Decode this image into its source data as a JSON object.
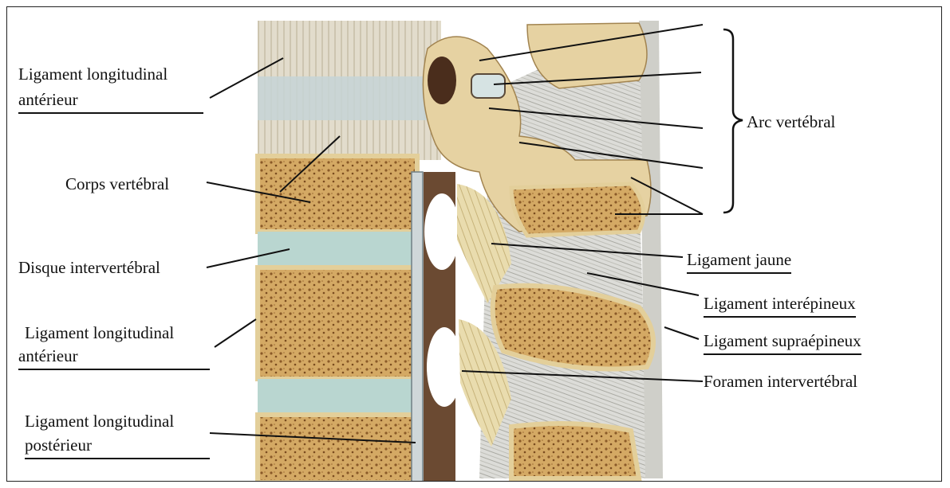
{
  "labels": {
    "ant_lig_top_l1": "Ligament longitudinal",
    "ant_lig_top_l2": "antérieur",
    "corps_vertebral": "Corps vertébral",
    "disque": "Disque intervertébral",
    "ant_lig_bottom_l1": "Ligament longitudinal",
    "ant_lig_bottom_l2": "antérieur",
    "post_lig_l1": "Ligament longitudinal",
    "post_lig_l2": "postérieur",
    "arc_vertebral": "Arc vertébral",
    "ligament_jaune": "Ligament jaune",
    "ligament_interepineux": "Ligament interépineux",
    "ligament_supraepineux": "Ligament supraépineux",
    "foramen": "Foramen intervertébral"
  },
  "colors": {
    "bone_cortex": "#e3cf9a",
    "bone_cancellous": "#c89a52",
    "disc": "#b9d6d0",
    "ligament": "#d9d6c8",
    "line": "#111111"
  }
}
